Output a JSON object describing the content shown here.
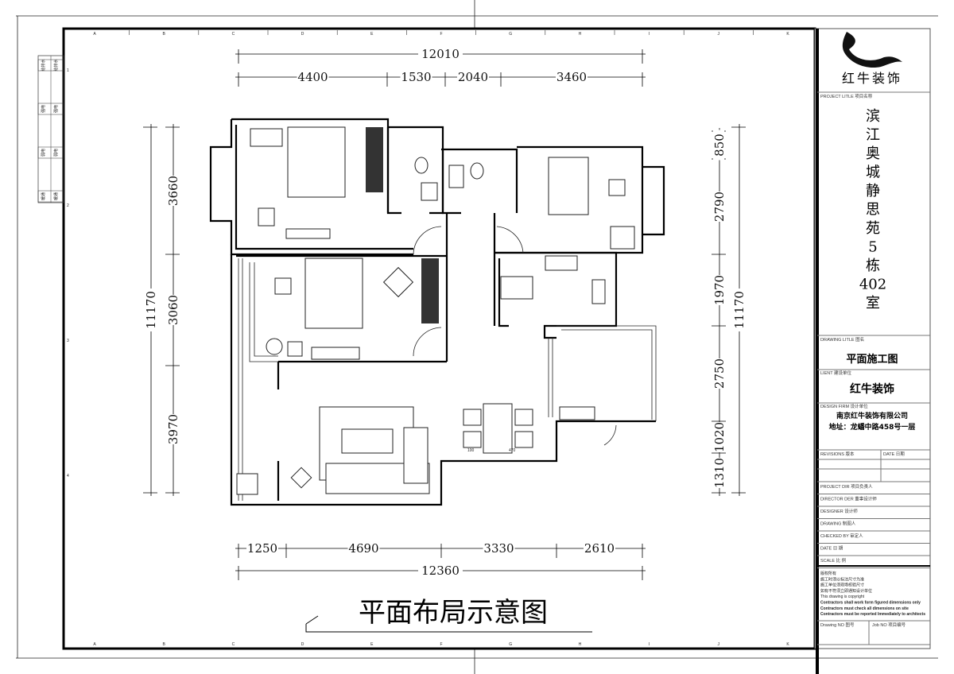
{
  "grid": {
    "columns": [
      "A",
      "B",
      "C",
      "D",
      "E",
      "F",
      "G",
      "H",
      "I",
      "J",
      "K"
    ],
    "rows": [
      "1",
      "2",
      "3",
      "4"
    ]
  },
  "left_margin_table": [
    "给排水",
    "强电",
    "弱电",
    "暖通"
  ],
  "dimensions": {
    "top_total": "12010",
    "top_parts": [
      "4400",
      "1530",
      "2040",
      "3460"
    ],
    "bottom_total": "12360",
    "bottom_parts": [
      "1250",
      "4690",
      "3330",
      "2610"
    ],
    "left_total": "11170",
    "left_parts": [
      "3660",
      "3060",
      "3970"
    ],
    "right_total": "11170",
    "right_parts": [
      "850",
      "2790",
      "1970",
      "2750",
      "1020",
      "1310"
    ]
  },
  "plan_notes": [
    "100",
    "470"
  ],
  "drawing_title": "平面布局示意图",
  "title_block": {
    "logo_text": "红牛装饰",
    "project_title_label": "PROJECT LITLE 项目名称",
    "project_title": [
      "滨",
      "江",
      "奥",
      "城",
      "静",
      "思",
      "苑",
      "5",
      "栋",
      "402",
      "室"
    ],
    "drawing_title_label": "DRAWING LITLE 图名",
    "drawing_title": "平面施工图",
    "client_label": "LIENT 建设单位",
    "client": "红牛装饰",
    "design_firm_label": "DESIGN FIRM 设计单位",
    "design_firm": "南京红牛装饰有限公司",
    "address": "地址：龙蟠中路458号一层",
    "revisions_label": "REVISIONS 版本",
    "date_label_top": "DATE 日期",
    "rows": [
      "PROJECT DIR  项目负责人",
      "DIRECTOR DER 董事设计师",
      "DESIGNER     设计师",
      "DRAWING      制图人",
      "CHECKED BY   审定人",
      "DATE         日 期",
      "SCALE        比 例"
    ],
    "notes": [
      "版权所有",
      "施工时须以标注尺寸为准",
      "施工单位须现场校验尺寸",
      "如有不符须立即通知设计单位",
      "This drawing is copyright",
      "Contractors shall work form figured dimensions only",
      "Contractors must check all dimensions on site",
      "Contractors must be reported Immediately to architects"
    ],
    "drawing_no_label": "Drawing NO 图号",
    "job_no_label": "Job NO 项目编号"
  }
}
